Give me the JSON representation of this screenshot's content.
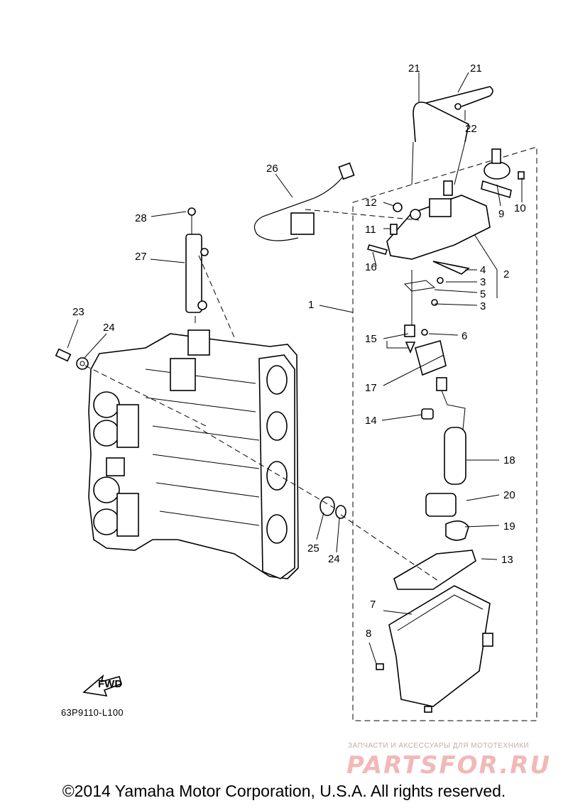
{
  "diagram": {
    "callouts": [
      "1",
      "2",
      "3",
      "3",
      "4",
      "5",
      "6",
      "7",
      "8",
      "9",
      "10",
      "11",
      "12",
      "13",
      "14",
      "15",
      "16",
      "17",
      "18",
      "19",
      "20",
      "21",
      "21",
      "22",
      "23",
      "24",
      "24",
      "25",
      "26",
      "27",
      "28"
    ],
    "fwd_label": "FWD",
    "drawing_code": "63P9110-L100"
  },
  "watermark": {
    "tagline": "ЗАПЧАСТИ И АКСЕССУАРЫ ДЛЯ МОТОТЕХНИКИ",
    "logo": "PARTSFOR.RU"
  },
  "footer": {
    "copyright": "©2014 Yamaha Motor Corporation, U.S.A. All rights reserved."
  }
}
